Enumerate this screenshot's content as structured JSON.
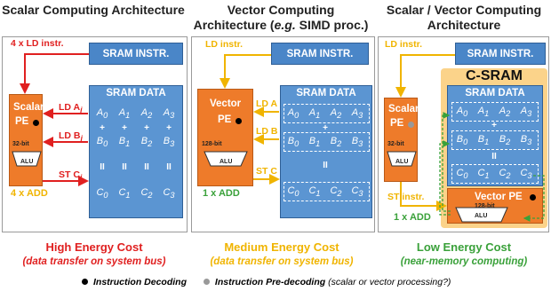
{
  "titles": {
    "scalar": "Scalar Computing Architecture",
    "vector": "Vector Computing",
    "vector_sub_prefix": "Architecture (",
    "vector_sub_italic": "e.g.",
    "vector_sub_suffix": " SIMD proc.)",
    "mixed": "Scalar / Vector Computing Architecture"
  },
  "blocks": {
    "sram_instr": "SRAM INSTR.",
    "sram_data": "SRAM DATA",
    "csram": "C-SRAM",
    "scalar_pe": "Scalar",
    "pe": "PE",
    "vector_pe": "Vector",
    "vector_pe_full": "Vector PE",
    "alu": "ALU",
    "bits32": "32-bit",
    "bits128": "128-bit"
  },
  "cells": {
    "row_a": [
      "A0",
      "A1",
      "A2",
      "A3"
    ],
    "row_b": [
      "B0",
      "B1",
      "B2",
      "B3"
    ],
    "row_c": [
      "C0",
      "C1",
      "C2",
      "C3"
    ],
    "plus": "+",
    "eq": "II"
  },
  "labels": {
    "p1_ld": "4 x LD instr.",
    "p1_lda": "LD A",
    "p1_ldb": "LD B",
    "p1_stc": "ST C",
    "p1_sub": "i",
    "p1_add": "4 x ADD",
    "p2_ld": "LD instr.",
    "p2_lda": "LD A",
    "p2_ldb": "LD B",
    "p2_stc": "ST C",
    "p2_add": "1 x ADD",
    "p3_ld": "LD instr.",
    "p3_st": "ST instr.",
    "p3_add": "1 x ADD"
  },
  "costs": {
    "high": "High Energy Cost",
    "high_sub": "(data transfer on system bus)",
    "medium": "Medium Energy Cost",
    "medium_sub": "(data transfer on system bus)",
    "low": "Low Energy Cost",
    "low_sub": "(near-memory computing)"
  },
  "legend": {
    "decoding": "Instruction Decoding",
    "predecoding": "Instruction Pre-decoding",
    "predecoding_note": "(scalar or vector processing?)"
  },
  "colors": {
    "red": "#e02020",
    "yellow": "#f0b400",
    "green": "#3aa13a",
    "pe_orange": "#ee7b2a",
    "sram_blue": "#5b95d2",
    "csram_bg": "#fbd38a"
  }
}
